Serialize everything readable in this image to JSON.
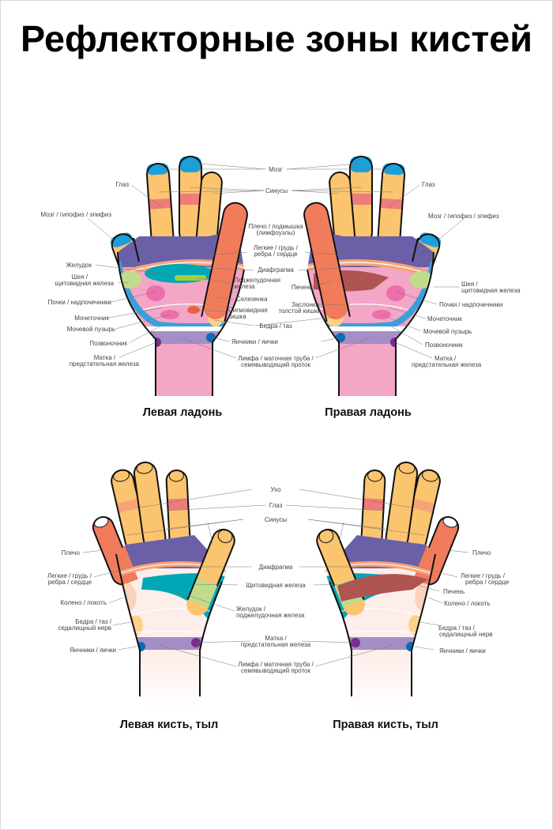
{
  "title": "Рефлекторные зоны кистей",
  "left_palm": {
    "caption": "Левая ладонь",
    "brain": "Мозг",
    "eye": "Глаз",
    "sinuses": "Синусы",
    "pituitary": "Мозг / гипофиз / эпифиз",
    "shoulder_1": "Плечо / подмышка",
    "shoulder_2": "(лимфоузлы)",
    "lungs_1": "Легкие / грудь /",
    "lungs_2": "ребра / сердце",
    "diaphragm": "Диафграгма",
    "pancreas_1": "Поджелудочная",
    "pancreas_2": "железа",
    "spleen": "Селезенка",
    "sigmoid_1": "Сигмовидная",
    "sigmoid_2": "кишка",
    "hips": "Бедра / таз",
    "ovaries": "Яичники / яички",
    "lymph_1": "Лимфа / маточная труба /",
    "lymph_2": "семявыводящий проток",
    "stomach": "Желудок",
    "neck_1": "Шея /",
    "neck_2": "щитовидная железа",
    "kidneys": "Почки / надпочечники",
    "ureter": "Мочеточник",
    "bladder": "Мочевой пузырь",
    "spine": "Позвоночник",
    "uterus_1": "Матка /",
    "uterus_2": "предстательная железа"
  },
  "right_palm": {
    "caption": "Правая ладонь",
    "eye": "Глаз",
    "pituitary": "Мозг / гипофиз / эпифиз",
    "liver": "Печень",
    "valve_1": "Заслонка",
    "valve_2": "толстой кишки",
    "neck_1": "Шея /",
    "neck_2": "щитовидная железа",
    "kidneys": "Почки / надпочечники",
    "ureter": "Мочеточник",
    "bladder": "Мочевой пузырь",
    "spine": "Позвоночник",
    "uterus_1": "Матка /",
    "uterus_2": "предстательная железа"
  },
  "back": {
    "left_caption": "Левая кисть, тыл",
    "right_caption": "Правая кисть, тыл",
    "ear": "Ухо",
    "eye": "Глаз",
    "sinuses": "Синусы",
    "shoulder": "Плечо",
    "diaphragm": "Диафрагма",
    "lungs_1": "Легкие / грудь /",
    "lungs_2": "ребра / сердце",
    "thyroid": "Щитовидная железа",
    "knee": "Колено / локоть",
    "liver": "Печень",
    "stomach_1": "Желудок /",
    "stomach_2": "поджелудочная железа",
    "hips_1": "Бедра / таз /",
    "hips_2": "седалищный нерв",
    "uterus_1": "Матка /",
    "uterus_2": "предстательная железа",
    "ovaries": "Яичники / яички",
    "lymph_1": "Лимфа / маточная труба /",
    "lymph_2": "семявыводящий проток"
  },
  "colors": {
    "finger": "#fbc46e",
    "tip_blue": "#1aa0dc",
    "eye_red": "#f07b7b",
    "thumb_red": "#f07c5c",
    "purple": "#6b5fa8",
    "teal": "#00a7b5",
    "pink": "#f3a6c6",
    "liver": "#b05452",
    "lavender": "#a38fc6"
  }
}
